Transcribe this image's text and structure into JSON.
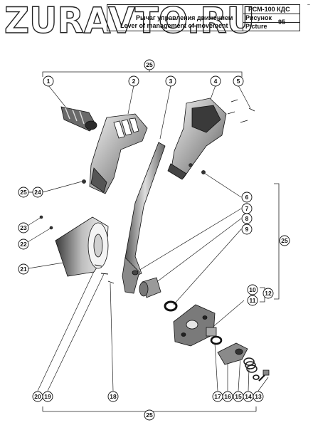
{
  "watermark": "ZURAVTO.RU",
  "header": {
    "model": "РСМ-100 КДС",
    "title_ru": "Рычаг управления движением",
    "title_en": "Lever of management of movement",
    "figure_label_ru": "Рисунок",
    "figure_label_en": "Picture",
    "figure_number": "95"
  },
  "corner_mark": "~",
  "callouts": {
    "c1": "1",
    "c2": "2",
    "c3": "3",
    "c4": "4",
    "c5": "5",
    "c6": "6",
    "c7": "7",
    "c8": "8",
    "c9": "9",
    "c10": "10",
    "c11": "11",
    "c12": "12",
    "c13": "13",
    "c14": "14",
    "c15": "15",
    "c16": "16",
    "c17": "17",
    "c18": "18",
    "c19": "19",
    "c20": "20",
    "c21": "21",
    "c22": "22",
    "c23": "23",
    "c24": "24",
    "c25_top": "25",
    "c25_left": "25",
    "c25_right": "25",
    "c25_bottom": "25"
  }
}
